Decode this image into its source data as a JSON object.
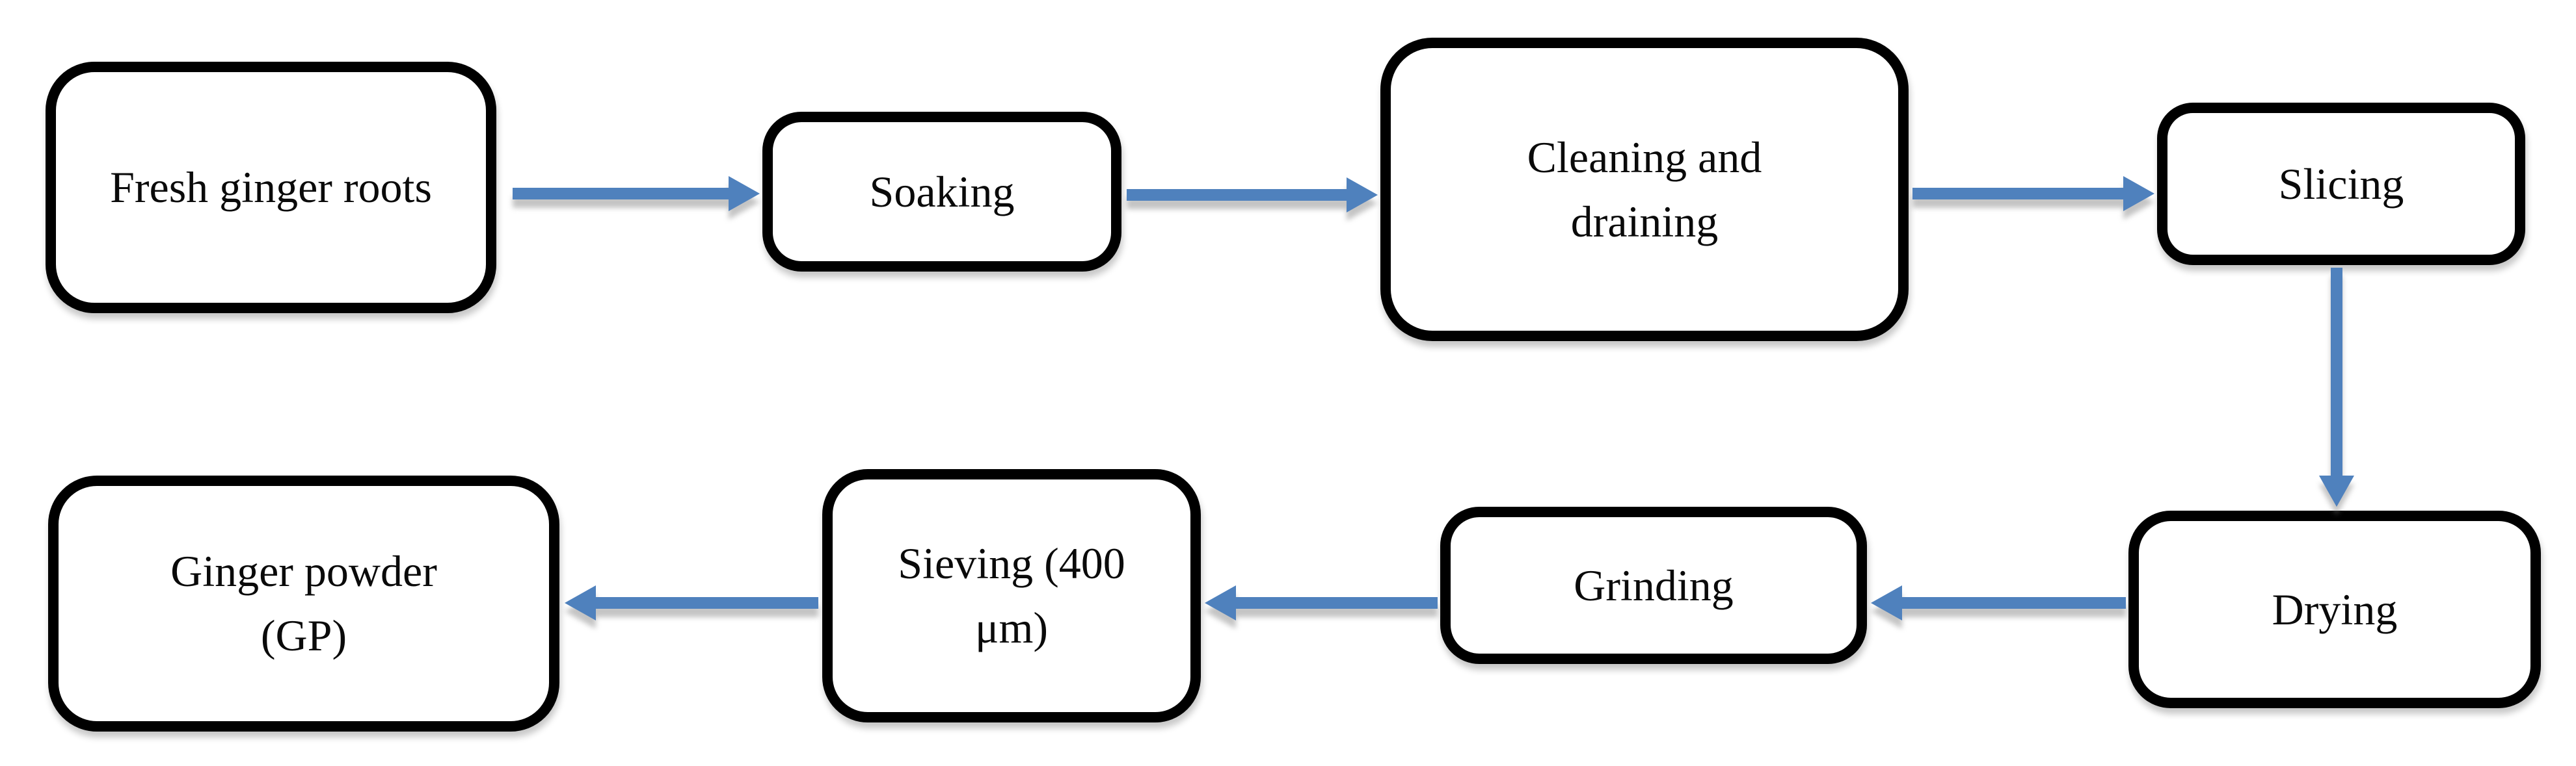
{
  "diagram": {
    "type": "flowchart",
    "description": "Process flow for producing ginger powder",
    "colors": {
      "box_fill": "#FFFFFF",
      "box_border": "#000000",
      "label_text": "#0A0A0A",
      "arrow": "#4F81BD",
      "shadow": "#7D7D7D"
    },
    "nodes": [
      {
        "id": "fresh-ginger-roots",
        "label": "Fresh ginger roots"
      },
      {
        "id": "soaking",
        "label": "Soaking"
      },
      {
        "id": "cleaning-and-draining",
        "label": "Cleaning and draining"
      },
      {
        "id": "slicing",
        "label": "Slicing"
      },
      {
        "id": "drying",
        "label": "Drying"
      },
      {
        "id": "grinding",
        "label": "Grinding"
      },
      {
        "id": "sieving-400um",
        "label": "Sieving (400 μm)"
      },
      {
        "id": "ginger-powder-gp",
        "label": "Ginger powder (GP)"
      }
    ],
    "edges": [
      {
        "from": "fresh-ginger-roots",
        "to": "soaking",
        "direction": "right"
      },
      {
        "from": "soaking",
        "to": "cleaning-and-draining",
        "direction": "right"
      },
      {
        "from": "cleaning-and-draining",
        "to": "slicing",
        "direction": "right"
      },
      {
        "from": "slicing",
        "to": "drying",
        "direction": "down"
      },
      {
        "from": "drying",
        "to": "grinding",
        "direction": "left"
      },
      {
        "from": "grinding",
        "to": "sieving-400um",
        "direction": "left"
      },
      {
        "from": "sieving-400um",
        "to": "ginger-powder-gp",
        "direction": "left"
      }
    ]
  }
}
